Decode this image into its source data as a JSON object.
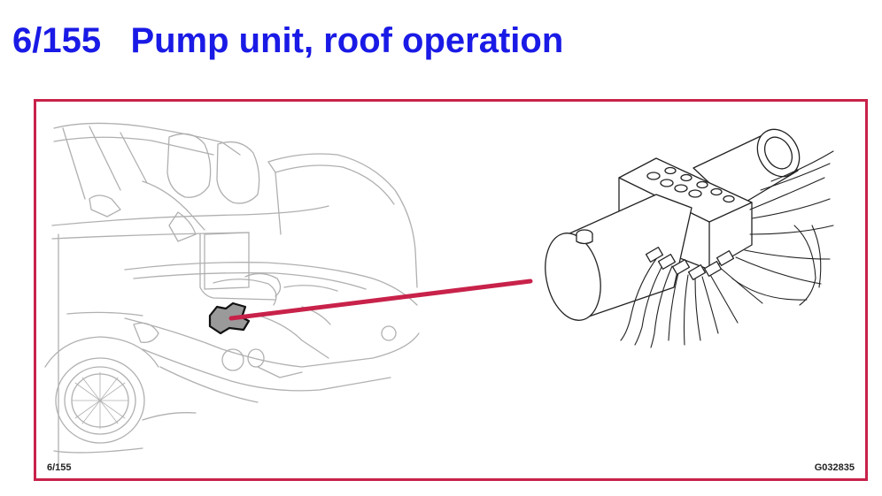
{
  "title": "6/155   Pump unit, roof operation",
  "figure": {
    "number": "6/155",
    "code": "G032835"
  },
  "colors": {
    "title": "#1a1ae6",
    "frame_border": "#c8224a",
    "pointer_line": "#c8224a",
    "car_lines": "#b0b0b0",
    "pump_lines": "#222222"
  },
  "icons": {
    "car": "car-trunk-illustration",
    "pump": "hydraulic-pump-unit-illustration",
    "pointer": "leader-line"
  }
}
